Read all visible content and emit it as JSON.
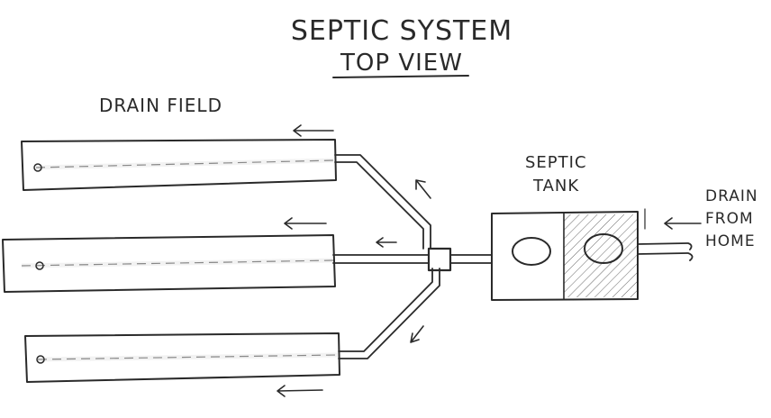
{
  "title": "SEPTIC SYSTEM",
  "subtitle": "TOP VIEW",
  "labels": {
    "drain_field": "DRAIN FIELD",
    "septic_tank_line1": "SEPTIC",
    "septic_tank_line2": "TANK",
    "drain_from_home_line1": "DRAIN",
    "drain_from_home_line2": "FROM",
    "drain_from_home_line3": "HOME"
  },
  "colors": {
    "ink": "#2a2a2a",
    "hatch": "#555555",
    "paper": "#ffffff"
  },
  "drain_lines": [
    {
      "name": "top",
      "flow": "left"
    },
    {
      "name": "middle",
      "flow": "left"
    },
    {
      "name": "bottom",
      "flow": "left"
    }
  ]
}
